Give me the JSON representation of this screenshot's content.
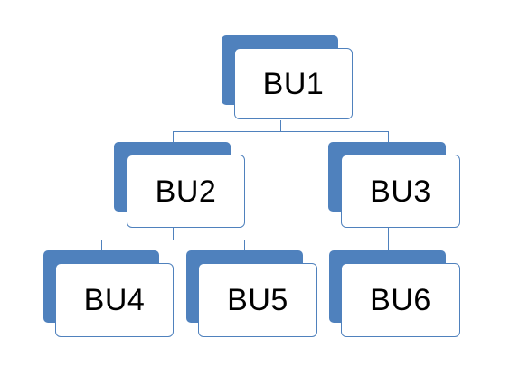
{
  "nodes": {
    "bu1": "BU1",
    "bu2": "BU2",
    "bu3": "BU3",
    "bu4": "BU4",
    "bu5": "BU5",
    "bu6": "BU6"
  },
  "colors": {
    "accent": "#4f81bd",
    "node_fill": "#ffffff",
    "text": "#000000"
  }
}
